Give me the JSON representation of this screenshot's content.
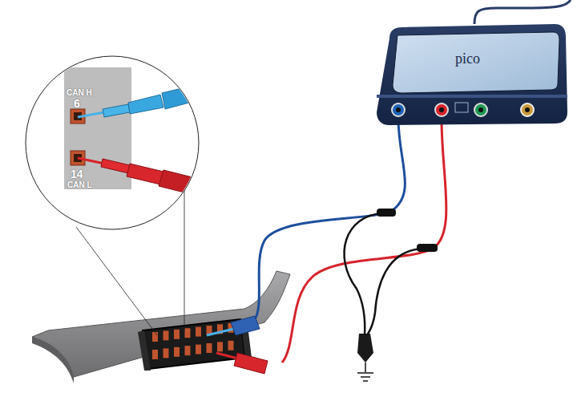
{
  "diagram": {
    "labels": [
      "CAN H",
      "6",
      "14",
      "CAN L",
      "pico"
    ]
  }
}
